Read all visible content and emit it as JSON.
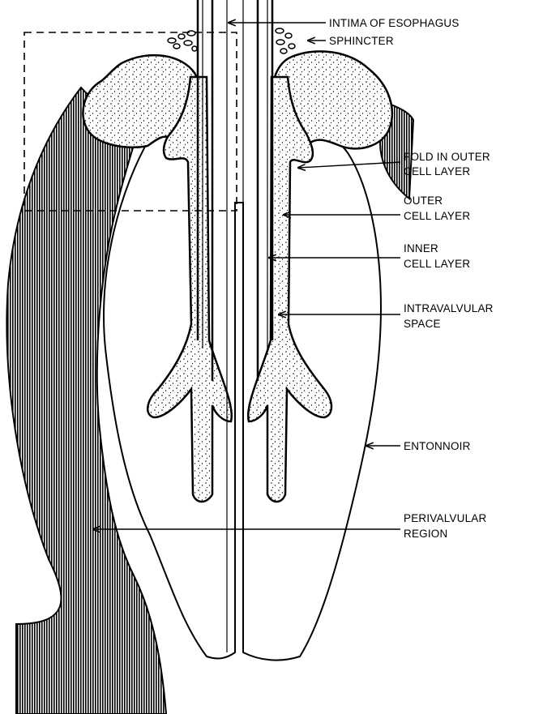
{
  "colors": {
    "ink": "#000000",
    "paper": "#ffffff",
    "tissue_fill": "#ece8df",
    "hatch": "#000000"
  },
  "labels": {
    "intima": "INTIMA OF ESOPHAGUS",
    "sphincter": "SPHINCTER",
    "fold_1": "FOLD IN OUTER",
    "fold_2": "CELL LAYER",
    "outer_1": "OUTER",
    "outer_2": "CELL LAYER",
    "inner_1": "INNER",
    "inner_2": "CELL LAYER",
    "intravalvular_1": "INTRAVALVULAR",
    "intravalvular_2": "SPACE",
    "entonnoir": "ENTONNOIR",
    "perivalvular_1": "PERIVALVULAR",
    "perivalvular_2": "REGION"
  }
}
